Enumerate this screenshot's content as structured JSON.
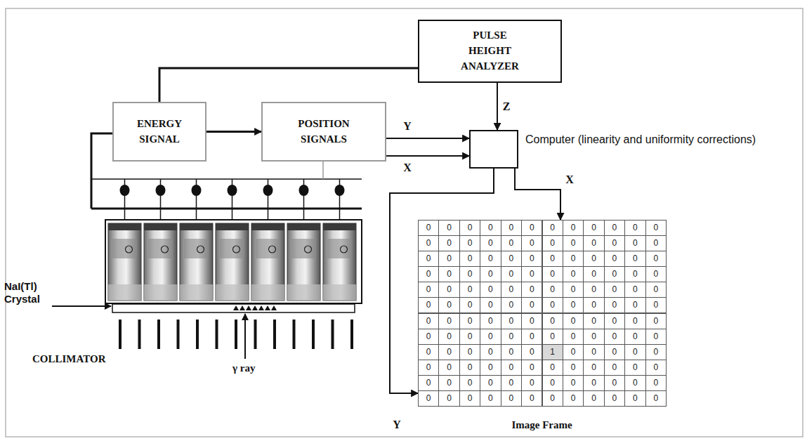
{
  "diagram": {
    "nodes": [
      {
        "text": [
          "PULSE HEIGHT ANALYZER"
        ]
      },
      {
        "text": [
          "ENERGY SIGNAL"
        ]
      },
      {
        "text": [
          "POSITION SIGNALS"
        ]
      },
      {
        "text": [
          "Computer (linearity and uniformity corrections)"
        ]
      },
      {
        "text": [
          "Image Frame"
        ]
      }
    ],
    "edges": [
      {
        "from": 1,
        "to": 2,
        "arrow": "to"
      },
      {
        "from": 2,
        "to": 3,
        "label": "Y",
        "arrow": "to"
      },
      {
        "from": 2,
        "to": 3,
        "label": "X",
        "arrow": "to"
      },
      {
        "from": 0,
        "to": 3,
        "label": "Z",
        "arrow": "to"
      },
      {
        "from": 3,
        "to": 4,
        "label": "X",
        "arrow": "to"
      },
      {
        "from": 3,
        "to": 4,
        "label": "Y",
        "arrow": "to"
      },
      {
        "from": 1,
        "to": 0,
        "arrow": "none"
      }
    ],
    "labels": [
      "NaI(Tl) Crystal",
      "COLLIMATOR",
      "γ ray",
      "0",
      "0",
      "0",
      "0",
      "0",
      "0",
      "0",
      "0",
      "0",
      "0",
      "0",
      "0",
      "0",
      "0",
      "0",
      "0",
      "0",
      "0",
      "0",
      "0",
      "0",
      "0",
      "0",
      "0",
      "0",
      "0",
      "0",
      "0",
      "0",
      "0",
      "0",
      "0",
      "0",
      "0",
      "0",
      "0",
      "0",
      "0",
      "0",
      "0",
      "0",
      "0",
      "0",
      "0",
      "0",
      "0",
      "0",
      "0",
      "0",
      "0",
      "0",
      "0",
      "0",
      "0",
      "0",
      "0",
      "0",
      "0",
      "0",
      "0",
      "0",
      "0",
      "0",
      "0",
      "0",
      "0",
      "0",
      "0",
      "0",
      "0",
      "0",
      "0",
      "0",
      "0",
      "0",
      "0",
      "0",
      "0",
      "0",
      "0",
      "0",
      "0",
      "0",
      "0",
      "0",
      "0",
      "0",
      "0",
      "0",
      "0",
      "0",
      "0",
      "0",
      "0",
      "0",
      "0",
      "0",
      "0",
      "0",
      "0",
      "0",
      "0",
      "1",
      "0",
      "0",
      "0",
      "0",
      "0",
      "0",
      "0",
      "0",
      "0",
      "0",
      "0",
      "0",
      "0",
      "0",
      "0",
      "0",
      "0",
      "0",
      "0",
      "0",
      "0",
      "0",
      "0",
      "0",
      "0",
      "0",
      "0",
      "0",
      "0",
      "0",
      "0",
      "0",
      "0",
      "0",
      "0",
      "0",
      "0",
      "0",
      "0",
      "0",
      "0"
    ]
  }
}
